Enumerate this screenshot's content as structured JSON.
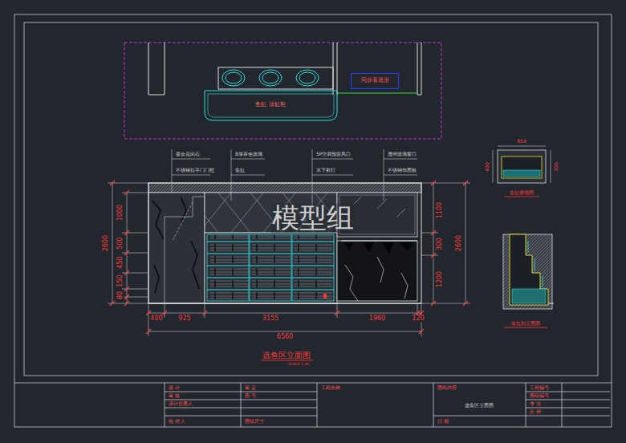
{
  "diagram": {
    "nodes": [
      {
        "text": [
          "同步看透形"
        ]
      }
    ],
    "labels": [
      "鱼缸 泳缸柜",
      "墨金花岗石",
      "不锈钢拉手门门框",
      "8厚茶色玻璃",
      "鱼缸",
      "5P空调预留风口",
      "水下射灯",
      "透明玻璃窗口",
      "不锈钢饰面板",
      "1000",
      "500",
      "450",
      "150",
      "80",
      "2600",
      "1100",
      "300",
      "1200",
      "2600",
      "400",
      "925",
      "3155",
      "1960",
      "120",
      "6560",
      "选鱼区立面图",
      "SCALE 1:30",
      "模型组",
      "850",
      "400",
      "300",
      "鱼缸俯视图",
      "鱼缸剖立面图",
      "设 计",
      "审 核",
      "设计负责人",
      "校 对 人",
      "审 定",
      "图 号",
      "图纸尺寸",
      "工程名称",
      "图纸内容",
      "选鱼区立面图",
      "日 期",
      "工程编号",
      "图纸编号",
      "专 业",
      "比 例"
    ]
  }
}
